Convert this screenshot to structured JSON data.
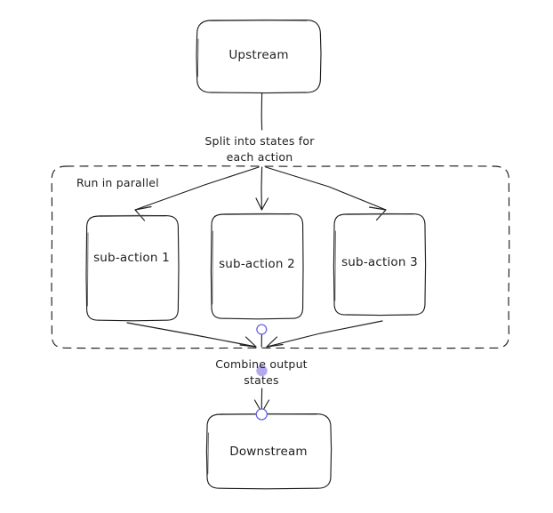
{
  "diagram": {
    "type": "flowchart",
    "style": "hand-drawn",
    "background": "#ffffff",
    "stroke_color": "#1e1e1e",
    "highlight_stroke": "#b0b0b0",
    "binding_circle_color": "#6965db",
    "binding_dot_color": "#b2a9f0"
  },
  "nodes": {
    "upstream": {
      "label": "Upstream"
    },
    "sub_action_1": {
      "label": "sub-action 1"
    },
    "sub_action_2": {
      "label": "sub-action 2"
    },
    "sub_action_3": {
      "label": "sub-action 3"
    },
    "downstream": {
      "label": "Downstream"
    }
  },
  "group": {
    "label": "Run in parallel"
  },
  "edge_labels": {
    "split": {
      "line1": "Split into states for",
      "line2": "each action"
    },
    "combine": {
      "line1": "Combine output",
      "line2": "states"
    }
  }
}
